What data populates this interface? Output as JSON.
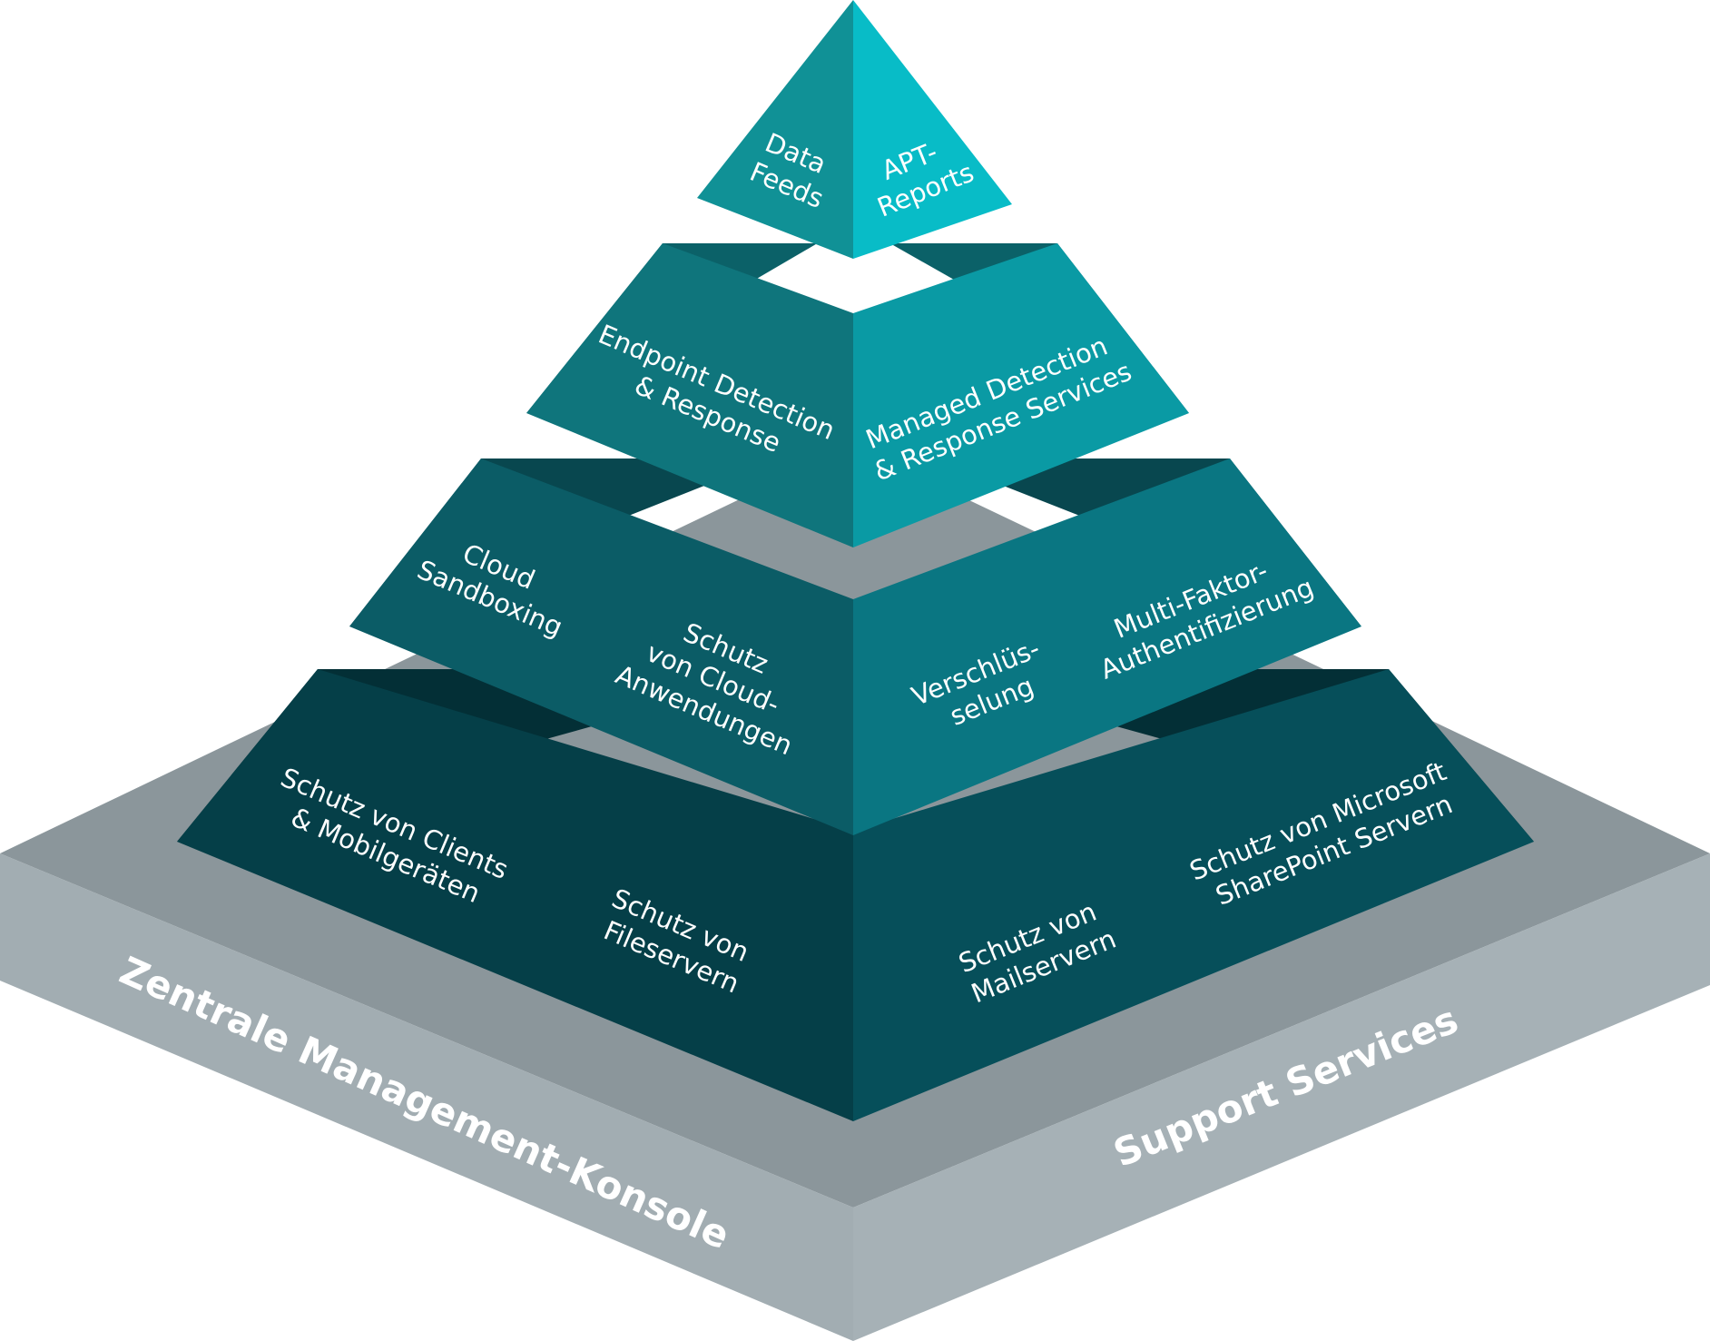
{
  "base": {
    "left_label": "Zentrale Management-Konsole",
    "right_label": "Support Services",
    "colors": {
      "top": "#8b969b",
      "left_side": "#a2adb2",
      "right_side": "#a6b1b6"
    }
  },
  "tiers": [
    {
      "name": "tier-1",
      "colors": {
        "left": "#053f48",
        "right": "#064f5a",
        "shadow": "#032f36"
      },
      "left_labels": [
        {
          "key": "clients",
          "lines": [
            "Schutz von Clients",
            "& Mobilgeräten"
          ]
        },
        {
          "key": "fileservers",
          "lines": [
            "Schutz von",
            "Fileservern"
          ]
        }
      ],
      "right_labels": [
        {
          "key": "mailservers",
          "lines": [
            "Schutz von",
            "Mailservern"
          ]
        },
        {
          "key": "sharepoint",
          "lines": [
            "Schutz von Microsoft",
            "SharePoint Servern"
          ]
        }
      ]
    },
    {
      "name": "tier-2",
      "colors": {
        "left": "#0b5c66",
        "right": "#0a7682",
        "shadow": "#08474f"
      },
      "left_labels": [
        {
          "key": "cloud-sandboxing",
          "lines": [
            "Cloud",
            "Sandboxing"
          ]
        },
        {
          "key": "cloud-apps",
          "lines": [
            "Schutz",
            "von Cloud-",
            "Anwendungen"
          ]
        }
      ],
      "right_labels": [
        {
          "key": "encryption",
          "lines": [
            "Verschlüs-",
            "selung"
          ]
        },
        {
          "key": "mfa",
          "lines": [
            "Multi-Faktor-",
            "Authentifizierung"
          ]
        }
      ]
    },
    {
      "name": "tier-3",
      "colors": {
        "left": "#0f757c",
        "right": "#0a9aa4",
        "shadow": "#0b6168"
      },
      "left_labels": [
        {
          "key": "edr",
          "lines": [
            "Endpoint Detection",
            "& Response"
          ]
        }
      ],
      "right_labels": [
        {
          "key": "mdr",
          "lines": [
            "Managed Detection",
            "& Response Services"
          ]
        }
      ]
    },
    {
      "name": "tier-4",
      "colors": {
        "left": "#109196",
        "right": "#08bcc7",
        "shadow": "#0c7c82"
      },
      "left_labels": [
        {
          "key": "data-feeds",
          "lines": [
            "Data",
            "Feeds"
          ]
        }
      ],
      "right_labels": [
        {
          "key": "apt-reports",
          "lines": [
            "APT-",
            "Reports"
          ]
        }
      ]
    }
  ]
}
